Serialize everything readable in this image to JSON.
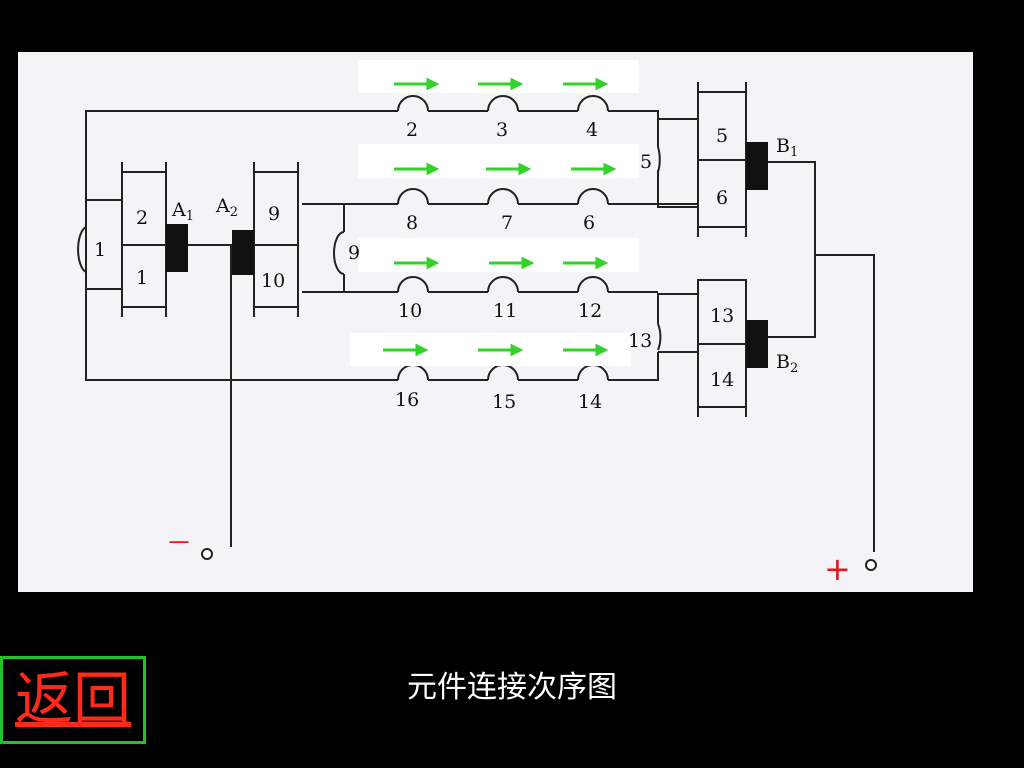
{
  "diagram": {
    "upper_row1": [
      "2",
      "3",
      "4"
    ],
    "upper_row2": [
      "8",
      "7",
      "6"
    ],
    "lower_row1": [
      "10",
      "11",
      "12"
    ],
    "lower_row2": [
      "16",
      "15",
      "14"
    ],
    "left_coil": "1",
    "mid_coil": "9",
    "coil5": "5",
    "coil13": "13",
    "commA_boxes": [
      "2",
      "1"
    ],
    "commA2_boxes": [
      "9",
      "10"
    ],
    "commB1_boxes": [
      "5",
      "6"
    ],
    "commB2_boxes": [
      "13",
      "14"
    ],
    "brushA1": {
      "main": "A",
      "sub": "1"
    },
    "brushA2": {
      "main": "A",
      "sub": "2"
    },
    "brushB1": {
      "main": "B",
      "sub": "1"
    },
    "brushB2": {
      "main": "B",
      "sub": "2"
    },
    "minus": "－",
    "plus": "+"
  },
  "caption": "元件连接次序图",
  "back_button": "返回",
  "colors": {
    "arrow": "#33d12a",
    "plus_minus": "#e8141e",
    "back_border": "#22c02a",
    "back_text": "#ff2a1a"
  }
}
